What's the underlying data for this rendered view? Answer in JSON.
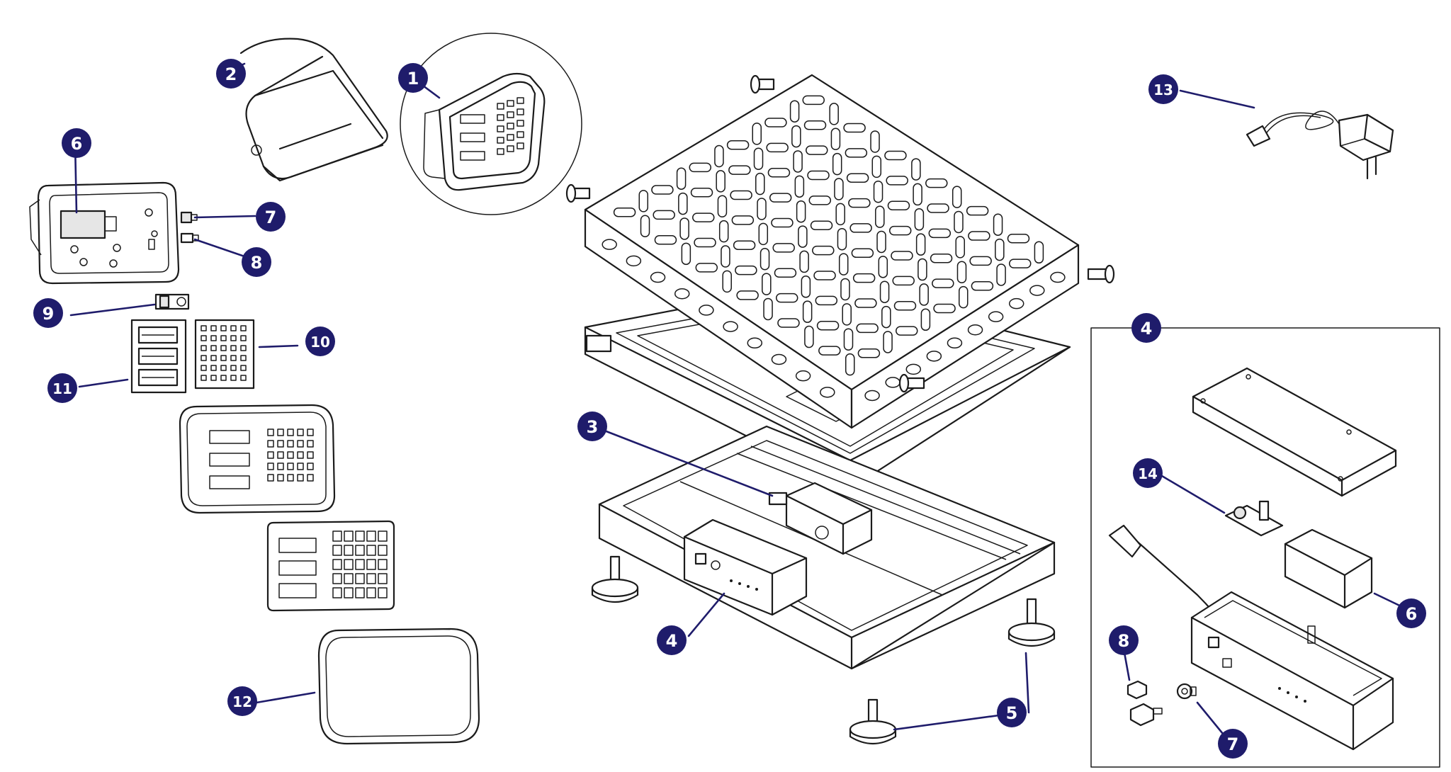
{
  "callouts": [
    {
      "id": "c1",
      "label": "1"
    },
    {
      "id": "c2",
      "label": "2"
    },
    {
      "id": "c3",
      "label": "3"
    },
    {
      "id": "c4a",
      "label": "4"
    },
    {
      "id": "c4b",
      "label": "4"
    },
    {
      "id": "c5",
      "label": "5"
    },
    {
      "id": "c6a",
      "label": "6"
    },
    {
      "id": "c6b",
      "label": "6"
    },
    {
      "id": "c7a",
      "label": "7"
    },
    {
      "id": "c7b",
      "label": "7"
    },
    {
      "id": "c8a",
      "label": "8"
    },
    {
      "id": "c8b",
      "label": "8"
    },
    {
      "id": "c9",
      "label": "9"
    },
    {
      "id": "c10",
      "label": "10"
    },
    {
      "id": "c11",
      "label": "11"
    },
    {
      "id": "c12",
      "label": "12"
    },
    {
      "id": "c13",
      "label": "13"
    },
    {
      "id": "c14",
      "label": "14"
    }
  ],
  "colors": {
    "callout_fill": "#1f1c6b",
    "callout_text": "#ffffff",
    "line": "#1b1b1b"
  }
}
